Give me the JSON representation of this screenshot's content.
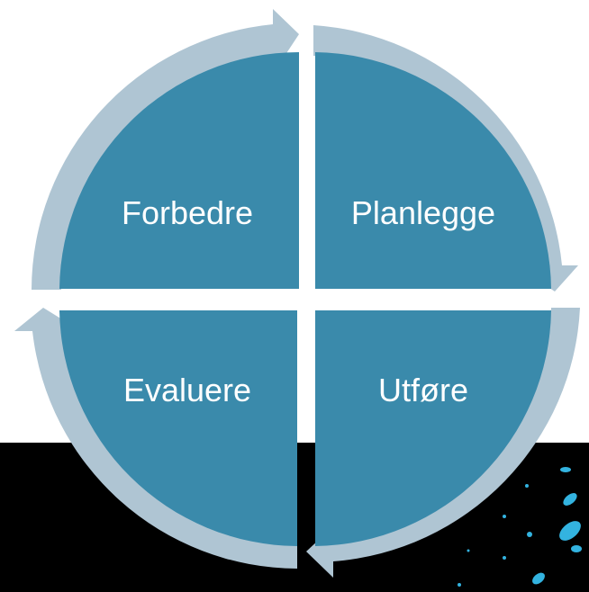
{
  "diagram": {
    "quadrants": [
      {
        "id": "top-left",
        "label": "Forbedre"
      },
      {
        "id": "top-right",
        "label": "Planlegge"
      },
      {
        "id": "bottom-right",
        "label": "Utføre"
      },
      {
        "id": "bottom-left",
        "label": "Evaluere"
      }
    ],
    "colors": {
      "quadrant_fill": "#3a8aab",
      "arrow_ring": "#afc5d3",
      "background": "#ffffff",
      "corner_background": "#000000",
      "dot_color": "#33b3e0"
    }
  }
}
